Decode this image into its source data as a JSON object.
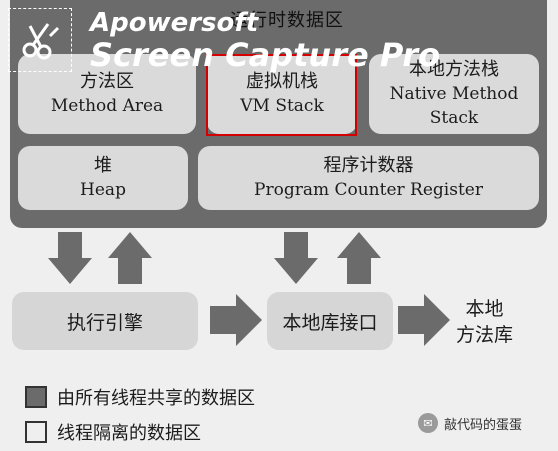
{
  "runtime_area": {
    "title": "运行时数据区"
  },
  "boxes": {
    "method_area": {
      "zh": "方法区",
      "en": "Method Area"
    },
    "vm_stack": {
      "zh": "虚拟机栈",
      "en": "VM Stack"
    },
    "native_method_stack": {
      "zh": "本地方法栈",
      "en_line1": "Native Method",
      "en_line2": "Stack"
    },
    "heap": {
      "zh": "堆",
      "en": "Heap"
    },
    "pc_register": {
      "zh": "程序计数器",
      "en": "Program Counter Register"
    }
  },
  "flow": {
    "execution_engine": "执行引擎",
    "native_interface": "本地库接口",
    "native_library_line1": "本地",
    "native_library_line2": "方法库"
  },
  "legend": {
    "shared": "由所有线程共享的数据区",
    "isolated": "线程隔离的数据区"
  },
  "watermark": {
    "line1": "Apowersoft",
    "line2": "Screen Capture Pro"
  },
  "footer": {
    "text": "敲代码的蛋蛋"
  },
  "colors": {
    "runtime_bg": "#6b6b6b",
    "box_bg": "#dadada",
    "highlight": "#d40000",
    "arrow": "#6b6b6b"
  }
}
